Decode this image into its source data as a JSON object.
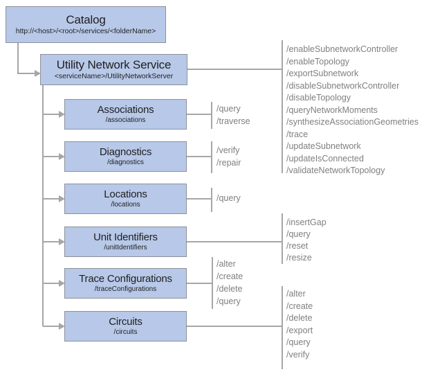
{
  "nodes": {
    "catalog": {
      "title": "Catalog",
      "subtitle": "http://<host>/<root>/services/<folderName>"
    },
    "utility_network_service": {
      "title": "Utility Network Service",
      "subtitle": "<serviceName>/UtilityNetworkServer"
    },
    "associations": {
      "title": "Associations",
      "subtitle": "/associations"
    },
    "diagnostics": {
      "title": "Diagnostics",
      "subtitle": "/diagnostics"
    },
    "locations": {
      "title": "Locations",
      "subtitle": "/locations"
    },
    "unit_identifiers": {
      "title": "Unit Identifiers",
      "subtitle": "/unitIdentifiers"
    },
    "trace_configurations": {
      "title": "Trace Configurations",
      "subtitle": "/traceConfigurations"
    },
    "circuits": {
      "title": "Circuits",
      "subtitle": "/circuits"
    }
  },
  "operations": {
    "utility_network_service": [
      "/enableSubnetworkController",
      "/enableTopology",
      "/exportSubnetwork",
      "/disableSubnetworkController",
      "/disableTopology",
      "/queryNetworkMoments",
      "/synthesizeAssociationGeometries",
      "/trace",
      "/updateSubnetwork",
      "/updateIsConnected",
      "/validateNetworkTopology"
    ],
    "associations": [
      "/query",
      "/traverse"
    ],
    "diagnostics": [
      "/verify",
      "/repair"
    ],
    "locations": [
      "/query"
    ],
    "unit_identifiers": [
      "/insertGap",
      "/query",
      "/reset",
      "/resize"
    ],
    "trace_configurations": [
      "/alter",
      "/create",
      "/delete",
      "/query"
    ],
    "circuits": [
      "/alter",
      "/create",
      "/delete",
      "/export",
      "/query",
      "/verify"
    ]
  },
  "colors": {
    "box_fill": "#b7c8e8",
    "box_border": "#8c9099",
    "line": "#a6a6a6",
    "ops_text": "#7f7f7f",
    "title_text": "#1f1f1f"
  }
}
